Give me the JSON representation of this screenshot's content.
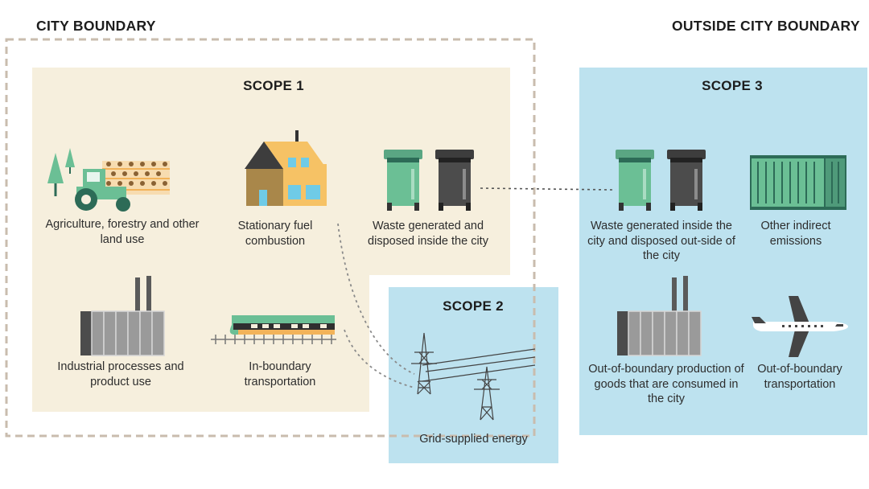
{
  "headings": {
    "city_boundary": "CITY BOUNDARY",
    "outside_city_boundary": "OUTSIDE CITY BOUNDARY"
  },
  "scope1": {
    "title": "SCOPE 1",
    "items": {
      "agriculture": "Agriculture, forestry and other land use",
      "stationary": "Stationary fuel combustion",
      "waste": "Waste generated and disposed inside the city",
      "industrial": "Industrial processes and product use",
      "transport": "In-boundary transportation"
    }
  },
  "scope2": {
    "title": "SCOPE 2",
    "items": {
      "grid": "Grid-supplied energy"
    }
  },
  "scope3": {
    "title": "SCOPE 3",
    "items": {
      "waste": "Waste generated inside the city and disposed out-side of the city",
      "other": "Other indirect emissions",
      "goods": "Out-of-boundary production of goods that are consumed in the city",
      "transport": "Out-of-boundary transportation"
    }
  },
  "colors": {
    "scope1_bg": "#f6efdd",
    "scope_blue_bg": "#bde2ef",
    "boundary_dash": "#c9bcae",
    "green": "#6bbf95",
    "dark_green": "#2d6b57",
    "dark_gray": "#4c4c4c",
    "house_yellow": "#f6c265"
  },
  "icons": [
    "tractor-icon",
    "tree-icon",
    "house-icon",
    "green-bin-icon",
    "gray-bin-icon",
    "factory-icon",
    "train-icon",
    "power-pylon-icon",
    "shipping-container-icon",
    "airplane-icon"
  ]
}
